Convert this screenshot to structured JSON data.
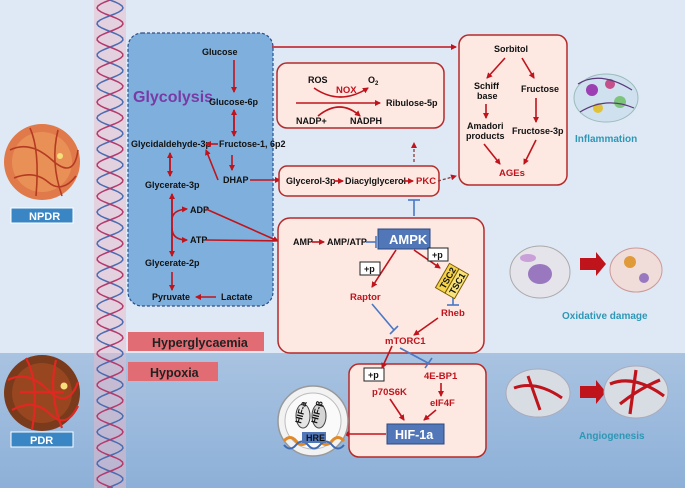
{
  "stages": {
    "npdr": "NPDR",
    "pdr": "PDR"
  },
  "banners": {
    "hyperglycaemia": "Hyperglycaemia",
    "hypoxia": "Hypoxia"
  },
  "glycolysis": {
    "title": "Glycolysis",
    "glucose": "Glucose",
    "glucose_6p": "Glucose-6p",
    "fructose_16p2": "Fructose-1, 6p2",
    "glyceraldehyde_3p": "Glycidaldehyde-3p",
    "dhap": "DHAP",
    "glycerate_3p": "Glycerate-3p",
    "adp": "ADP",
    "atp": "ATP",
    "glycerate_2p": "Glycerate-2p",
    "pyruvate": "Pyruvate",
    "lactate": "Lactate"
  },
  "nox_box": {
    "ros": "ROS",
    "o2": "O",
    "o2_sub": "2",
    "nox": "NOX",
    "ribulose": "Ribulose-5p",
    "nadp_plus": "NADP+",
    "nadph": "NADPH"
  },
  "polyol_box": {
    "sorbitol": "Sorbitol",
    "schiff": "Schiff",
    "base": "base",
    "fructose": "Fructose",
    "amadori": "Amadori",
    "products": "products",
    "fructose_3p": "Fructose-3p",
    "ages": "AGEs"
  },
  "dag_box": {
    "glycerol_3p": "Glycerol-3p",
    "diacylglycerol": "Diacylglycerol",
    "pkc": "PKC"
  },
  "ampk_box": {
    "amp": "AMP",
    "amp_atp": "AMP/ATP",
    "ampk": "AMPK",
    "p": "+p",
    "tsc2": "TSC2",
    "tsc1": "TSC1",
    "raptor": "Raptor",
    "rheb": "Rheb",
    "mtorc1": "mTORC1"
  },
  "hif_box": {
    "p": "+p",
    "p70s6k": "p70S6K",
    "ebp1": "4E-BP1",
    "eif4f": "eIF4F",
    "hif1a": "HIF-1a"
  },
  "nucleus": {
    "hre": "HRE",
    "hif_a": "HIF-a",
    "hif_b": "HIF-β"
  },
  "outcomes": {
    "inflammation": "Inflammation",
    "oxidative": "Oxidative damage",
    "angiogenesis": "Angiogenesis"
  },
  "colors": {
    "arrow": "#c0141d",
    "box_fill": "#fde8e2",
    "box_border": "#b52b2b",
    "glycolysis_fill": "#7fb0dd",
    "ampk_fill": "#5277b8",
    "teal": "#2e97b5",
    "purple": "#7a3aa6",
    "banner": "#e26c73"
  }
}
